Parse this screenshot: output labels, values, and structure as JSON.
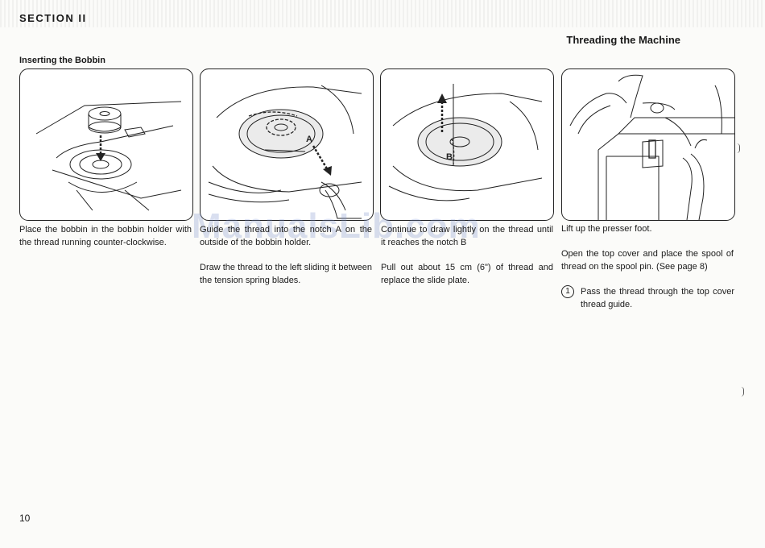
{
  "header": {
    "section": "SECTION II",
    "title": "Threading the Machine",
    "subheading": "Inserting the Bobbin"
  },
  "figures": {
    "fig2_label_a": "A",
    "fig3_label_b": "B"
  },
  "watermark": "ManualsLib.com",
  "steps": {
    "step1": "Place the bobbin in the bobbin holder with the thread running counter-clockwise.",
    "step2a": "Guide the thread into the notch A on the outside of the bobbin holder.",
    "step2b": "Draw the thread to the left sliding it between the tension spring blades.",
    "step3a": "Continue to draw lightly on the thread until it reaches the notch B",
    "step3b": "Pull out about 15 cm (6\") of thread and replace the slide plate.",
    "step4a": "Lift up the presser foot.",
    "step4b": "Open the top cover and place the spool of thread on the spool pin. (See page 8)",
    "step4c_num": "1",
    "step4c": "Pass the thread through the top cover thread guide."
  },
  "footer": {
    "page_number": "10"
  }
}
